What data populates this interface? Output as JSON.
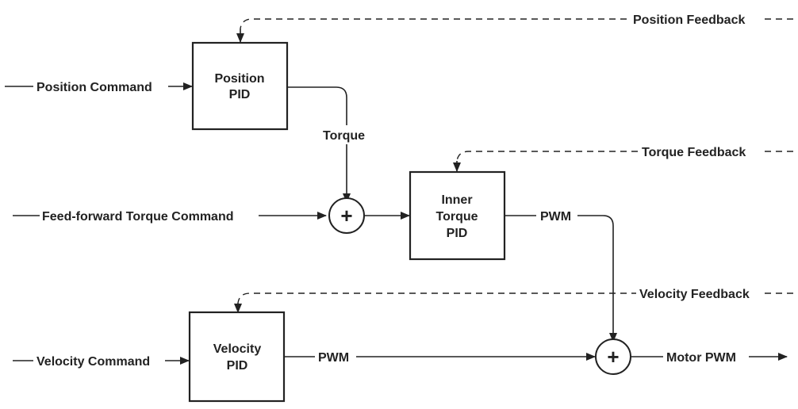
{
  "inputs": {
    "position_command": "Position Command",
    "feed_forward_torque_command": "Feed-forward Torque Command",
    "velocity_command": "Velocity Command"
  },
  "blocks": {
    "position_pid": [
      "Position",
      "PID"
    ],
    "inner_torque_pid": [
      "Inner",
      "Torque",
      "PID"
    ],
    "velocity_pid": [
      "Velocity",
      "PID"
    ]
  },
  "signals": {
    "torque": "Torque",
    "pwm_inner": "PWM",
    "pwm_velocity": "PWM",
    "motor_pwm": "Motor PWM"
  },
  "feedback": {
    "position": "Position Feedback",
    "torque": "Torque Feedback",
    "velocity": "Velocity Feedback"
  },
  "summing_sign": "+",
  "colors": {
    "line": "#222222",
    "background": "#ffffff"
  }
}
